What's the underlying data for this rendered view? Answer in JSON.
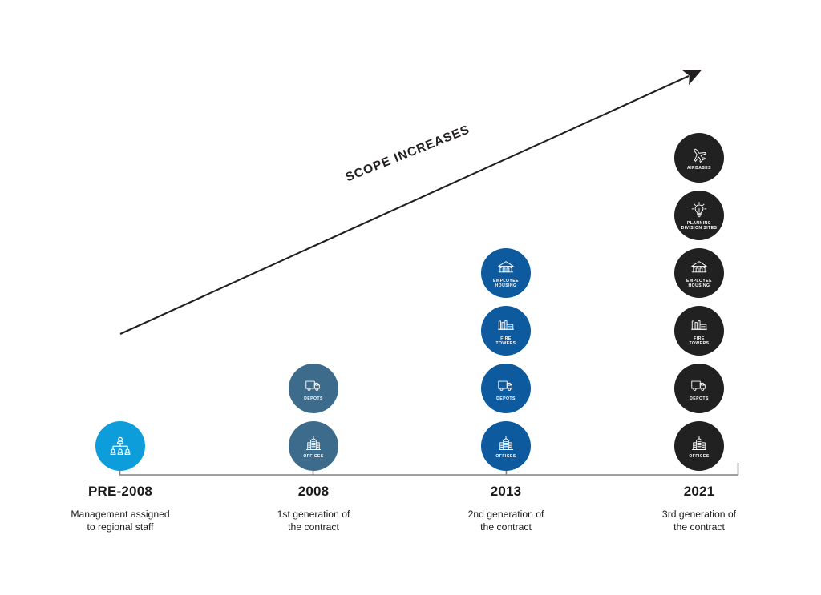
{
  "diagram": {
    "arrow_label": "SCOPE INCREASES",
    "arrow_color": "#231f20",
    "baseline_color": "#808080"
  },
  "columns": [
    {
      "id": "pre-2008",
      "year": "PRE-2008",
      "description": "Management assigned\nto regional staff",
      "color": "#0d9ddb",
      "nodes": [
        {
          "icon": "org-chart-icon",
          "label": ""
        }
      ]
    },
    {
      "id": "2008",
      "year": "2008",
      "description": "1st generation of\nthe contract",
      "color": "#3d6b8c",
      "nodes": [
        {
          "icon": "office-building-icon",
          "label": "OFFICES"
        },
        {
          "icon": "truck-icon",
          "label": "DEPOTS"
        }
      ]
    },
    {
      "id": "2013",
      "year": "2013",
      "description": "2nd generation of\nthe contract",
      "color": "#0d5a9e",
      "nodes": [
        {
          "icon": "office-building-icon",
          "label": "OFFICES"
        },
        {
          "icon": "truck-icon",
          "label": "DEPOTS"
        },
        {
          "icon": "factory-icon",
          "label": "FIRE\nTOWERS"
        },
        {
          "icon": "house-icon",
          "label": "EMPLOYEE\nHOUSING"
        }
      ]
    },
    {
      "id": "2021",
      "year": "2021",
      "description": "3rd generation of\nthe contract",
      "color": "#212121",
      "nodes": [
        {
          "icon": "office-building-icon",
          "label": "OFFICES"
        },
        {
          "icon": "truck-icon",
          "label": "DEPOTS"
        },
        {
          "icon": "factory-icon",
          "label": "FIRE\nTOWERS"
        },
        {
          "icon": "house-icon",
          "label": "EMPLOYEE\nHOUSING"
        },
        {
          "icon": "lightbulb-icon",
          "label": "PLANNING\nDIVISION SITES"
        },
        {
          "icon": "airplane-icon",
          "label": "AIRBASES"
        }
      ]
    }
  ]
}
